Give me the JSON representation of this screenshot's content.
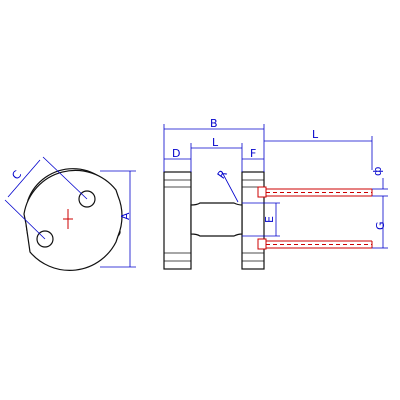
{
  "colors": {
    "dimension": "#0000cc",
    "outline": "#111111",
    "lead": "#cc0000",
    "centerline": "#cc0000"
  },
  "labels": {
    "A": "A",
    "B": "B",
    "C": "C",
    "D": "D",
    "E": "E",
    "F": "F",
    "G": "G",
    "L_inner": "L",
    "L_lead": "L",
    "R": "R",
    "phi": "ф"
  }
}
